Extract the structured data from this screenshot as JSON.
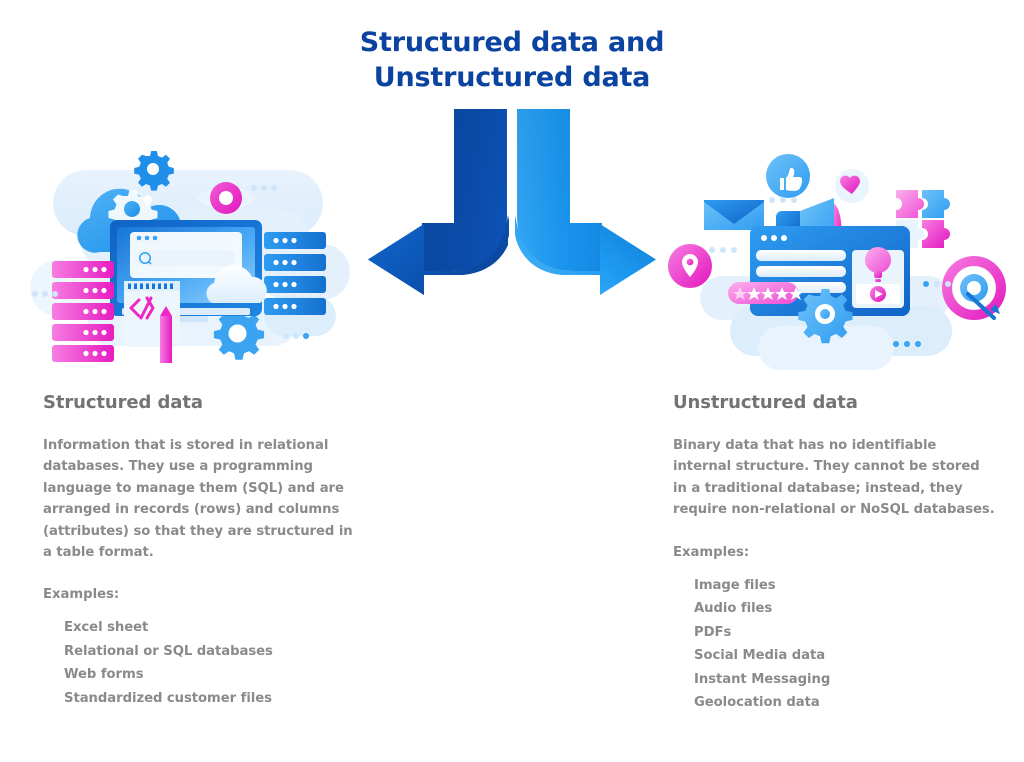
{
  "title": {
    "line1": "Structured data and",
    "line2": "Unstructured data",
    "color": "#0b43a0"
  },
  "arrows": {
    "left_arrow_label": "curved-arrow-left",
    "right_arrow_label": "curved-arrow-right",
    "left_color": "#0a4ca5",
    "right_color": "#1b96ee"
  },
  "illustrations": {
    "structured": {
      "name": "structured-data-illustration",
      "elements": [
        "cloud",
        "gear",
        "monitor",
        "browser-window",
        "search-bar",
        "pink-server-rack",
        "blue-server-rack",
        "code-note",
        "pencil",
        "eye-icon"
      ],
      "accent_pink": "#ee3bd0",
      "accent_blue": "#1b96ee"
    },
    "unstructured": {
      "name": "unstructured-data-illustration",
      "elements": [
        "thumbs-up",
        "heart",
        "envelope",
        "megaphone",
        "browser-window",
        "star-rating",
        "lightbulb",
        "play-button",
        "puzzle-pieces",
        "target",
        "location-pin",
        "gear"
      ],
      "accent_pink": "#ee3bd0",
      "accent_blue": "#1b96ee"
    }
  },
  "columns": [
    {
      "id": "structured",
      "heading": "Structured data",
      "description": "Information that is stored in relational databases. They use a programming language to manage them (SQL) and are arranged in records (rows) and columns (attributes) so that they are structured in a table format.",
      "examples_label": "Examples:",
      "examples": [
        "Excel sheet",
        "Relational or SQL databases",
        "Web forms",
        "Standardized customer files"
      ]
    },
    {
      "id": "unstructured",
      "heading": "Unstructured data",
      "description": "Binary data that has no identifiable internal structure. They cannot be stored in a traditional database; instead, they require non-relational or NoSQL databases.",
      "examples_label": "Examples:",
      "examples": [
        "Image files",
        "Audio files",
        "PDFs",
        "Social Media data",
        "Instant Messaging",
        "Geolocation data"
      ]
    }
  ],
  "palette": {
    "text_gray": "#8a8a8a",
    "heading_gray": "#737373",
    "title_blue": "#0b43a0",
    "background": "#ffffff"
  }
}
